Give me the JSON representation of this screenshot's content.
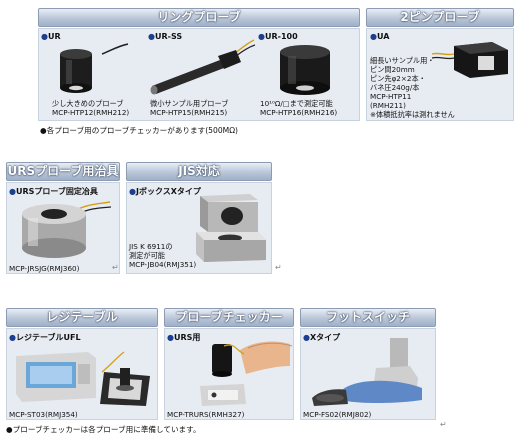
{
  "sections": {
    "ring_probe": {
      "title": "リングプローブ",
      "items": [
        {
          "sub": "UR",
          "caption": [
            "少し大きめのプローブ",
            "MCP-HTP12(RMH212)"
          ]
        },
        {
          "sub": "UR-SS",
          "caption": [
            "微小サンプル用プローブ",
            "MCP-HTP15(RMH215)"
          ]
        },
        {
          "sub": "UR-100",
          "caption": [
            "10¹⁰Ω/□まで測定可能",
            "MCP-HTP16(RMH216)"
          ]
        }
      ]
    },
    "two_pin_probe": {
      "title": "2ピンプローブ",
      "sub": "UA",
      "caption": [
        "細長いサンプル用・",
        "ピン間20mm",
        "ピン先φ2×2本・",
        "バネ圧240g/本",
        "MCP-HTP11",
        "(RMH211)",
        "※体積抵抗率は測れません"
      ]
    },
    "checker_note": "各プローブ用のプローブチェッカーがあります(500MΩ)",
    "urs_jig": {
      "title": "URSプローブ用治具",
      "sub": "URSプローブ固定冶具",
      "caption": "MCP-JRSJG(RMJ360)"
    },
    "jis": {
      "title": "JIS対応",
      "sub": "JボックスXタイプ",
      "caption": [
        "JIS K 6911の",
        "測定が可能",
        "MCP-JB04(RMJ351)"
      ]
    },
    "register_table": {
      "title": "レジテーブル",
      "sub": "レジテーブルUFL",
      "caption": "MCP-ST03(RMJ354)"
    },
    "probe_checker": {
      "title": "プローブチェッカー",
      "sub": "URS用",
      "caption": "MCP-TRURS(RMH327)"
    },
    "foot_switch": {
      "title": "フットスイッチ",
      "sub": "Xタイプ",
      "caption": "MCP-FS02(RMJ802)"
    },
    "bottom_note": "プローブチェッカーは各プローブ用に準備しています。"
  },
  "symbols": {
    "bullet": "●",
    "bullet_small": "●",
    "return": "↵"
  },
  "colors": {
    "header_text": "#ffffff",
    "panel_bg": "#e7ecf3",
    "bullet_blue": "#1d3f8f"
  }
}
